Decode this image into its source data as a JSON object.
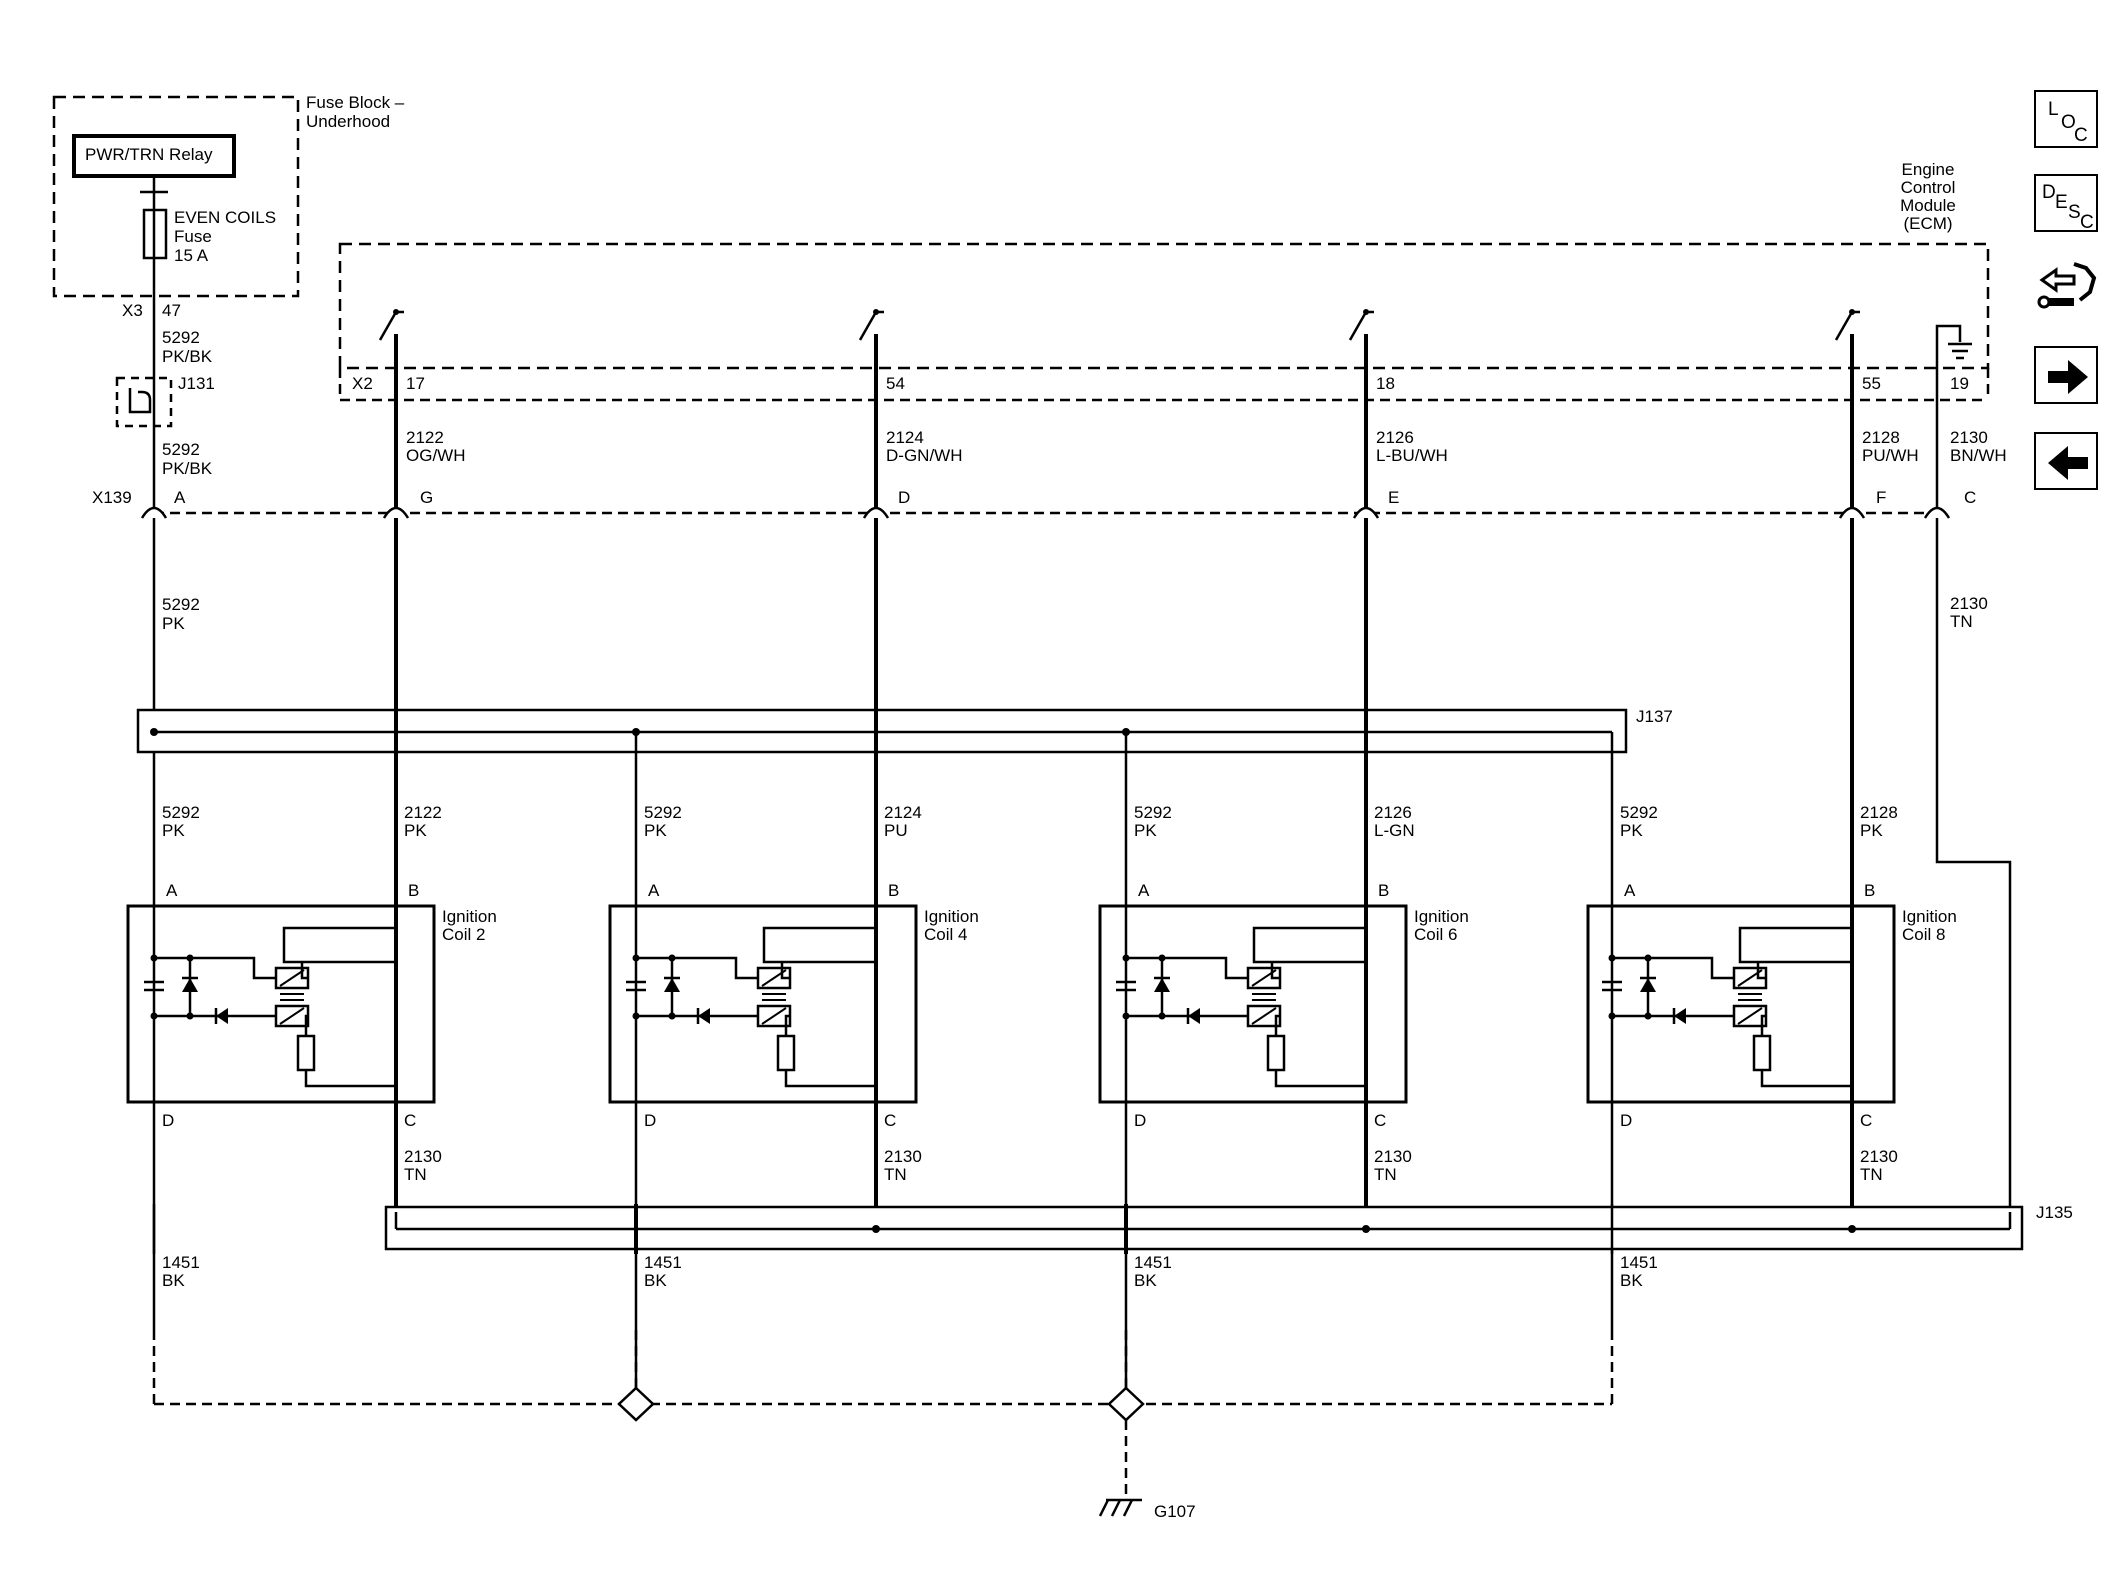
{
  "relay_label": "PWR/TRN Relay",
  "fuse_block": {
    "title_line1": "Fuse Block –",
    "title_line2": "Underhood"
  },
  "fuse": {
    "name": "EVEN COILS",
    "type": "Fuse",
    "rating": "15 A"
  },
  "ecm": {
    "line1": "Engine",
    "line2": "Control",
    "line3": "Module",
    "line4": "(ECM)"
  },
  "connectors": {
    "x3": "X3",
    "x3_pin": "47",
    "x2": "X2",
    "x139": "X139",
    "j131": "J131",
    "j137": "J137",
    "j135": "J135",
    "g107": "G107"
  },
  "feed_wire": {
    "circuit": "5292",
    "color_upper": "PK/BK",
    "color_lower": "PK/BK",
    "color_trunk": "PK"
  },
  "ecm_pins": [
    {
      "pin": "17",
      "circuit": "2122",
      "color": "OG/WH",
      "x139_pin": "G"
    },
    {
      "pin": "54",
      "circuit": "2124",
      "color": "D-GN/WH",
      "x139_pin": "D"
    },
    {
      "pin": "18",
      "circuit": "2126",
      "color": "L-BU/WH",
      "x139_pin": "E"
    },
    {
      "pin": "55",
      "circuit": "2128",
      "color": "PU/WH",
      "x139_pin": "F"
    },
    {
      "pin": "19",
      "circuit": "2130",
      "color": "BN/WH",
      "x139_pin": "C"
    }
  ],
  "x139_feed_pin": "A",
  "ref_wire": {
    "circuit": "2130",
    "color": "TN"
  },
  "coils": [
    {
      "name_line1": "Ignition",
      "name_line2": "Coil 2",
      "feed_circuit": "5292",
      "feed_color": "PK",
      "ctrl_circuit": "2122",
      "ctrl_color": "PK",
      "pin_a": "A",
      "pin_b": "B",
      "pin_c": "C",
      "pin_d": "D",
      "ref_circuit": "2130",
      "ref_color": "TN",
      "gnd_circuit": "1451",
      "gnd_color": "BK"
    },
    {
      "name_line1": "Ignition",
      "name_line2": "Coil 4",
      "feed_circuit": "5292",
      "feed_color": "PK",
      "ctrl_circuit": "2124",
      "ctrl_color": "PU",
      "pin_a": "A",
      "pin_b": "B",
      "pin_c": "C",
      "pin_d": "D",
      "ref_circuit": "2130",
      "ref_color": "TN",
      "gnd_circuit": "1451",
      "gnd_color": "BK"
    },
    {
      "name_line1": "Ignition",
      "name_line2": "Coil 6",
      "feed_circuit": "5292",
      "feed_color": "PK",
      "ctrl_circuit": "2126",
      "ctrl_color": "L-GN",
      "pin_a": "A",
      "pin_b": "B",
      "pin_c": "C",
      "pin_d": "D",
      "ref_circuit": "2130",
      "ref_color": "TN",
      "gnd_circuit": "1451",
      "gnd_color": "BK"
    },
    {
      "name_line1": "Ignition",
      "name_line2": "Coil 8",
      "feed_circuit": "5292",
      "feed_color": "PK",
      "ctrl_circuit": "2128",
      "ctrl_color": "PK",
      "pin_a": "A",
      "pin_b": "B",
      "pin_c": "C",
      "pin_d": "D",
      "ref_circuit": "2130",
      "ref_color": "TN",
      "gnd_circuit": "1451",
      "gnd_color": "BK"
    }
  ],
  "side_buttons": {
    "loc": {
      "l1": "L",
      "l2": "O",
      "l3": "C"
    },
    "desc": {
      "l1": "D",
      "l2": "E",
      "l3": "S",
      "l4": "C"
    },
    "icons": {
      "connector": "connector-wrench-icon",
      "next": "arrow-right-icon",
      "prev": "arrow-left-icon"
    }
  }
}
